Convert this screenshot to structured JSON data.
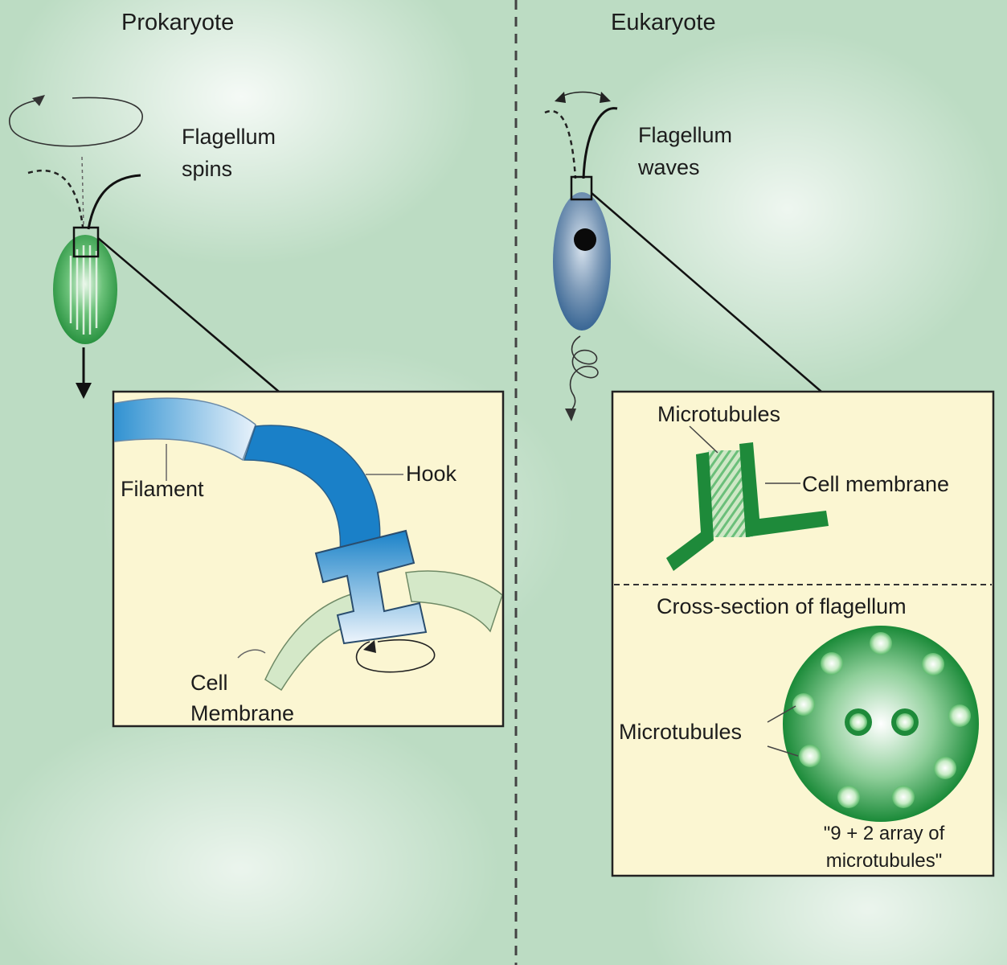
{
  "prokaryote": {
    "title": "Prokaryote",
    "motion_label_line1": "Flagellum",
    "motion_label_line2": "spins",
    "inset": {
      "filament": "Filament",
      "hook": "Hook",
      "cell_membrane_line1": "Cell",
      "cell_membrane_line2": "Membrane"
    },
    "colors": {
      "cell": "#2f9d45",
      "filament": "#1a86cc",
      "hook": "#1a7fc8",
      "membrane": "#cfe5c4"
    }
  },
  "eukaryote": {
    "title": "Eukaryote",
    "motion_label_line1": "Flagellum",
    "motion_label_line2": "waves",
    "inset": {
      "microtubules_top": "Microtubules",
      "cell_membrane": "Cell membrane",
      "cross_section_title": "Cross-section of flagellum",
      "microtubules_side": "Microtubules",
      "array_line1": "\"9 + 2 array of",
      "array_line2": "microtubules\""
    },
    "colors": {
      "cell": "#3c6f9e",
      "membrane": "#1e8a3a",
      "cross_section": "#1f8c3b"
    }
  },
  "inset_background": "#fbf6d2"
}
